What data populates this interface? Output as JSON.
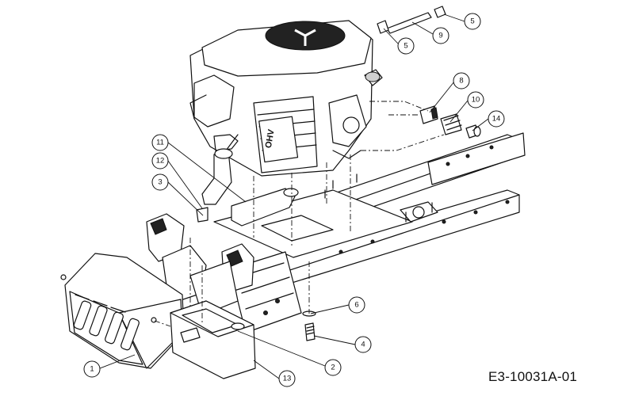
{
  "drawing": {
    "code": "E3-10031A-01",
    "engine_marking": "OHV"
  },
  "callouts": [
    {
      "id": "c-5a",
      "label": "5"
    },
    {
      "id": "c-5b",
      "label": "5"
    },
    {
      "id": "c-9",
      "label": "9"
    },
    {
      "id": "c-8",
      "label": "8"
    },
    {
      "id": "c-10",
      "label": "10"
    },
    {
      "id": "c-14",
      "label": "14"
    },
    {
      "id": "c-11",
      "label": "11"
    },
    {
      "id": "c-12",
      "label": "12"
    },
    {
      "id": "c-3",
      "label": "3"
    },
    {
      "id": "c-6",
      "label": "6"
    },
    {
      "id": "c-4",
      "label": "4"
    },
    {
      "id": "c-2",
      "label": "2"
    },
    {
      "id": "c-13",
      "label": "13"
    },
    {
      "id": "c-1",
      "label": "1"
    }
  ],
  "colors": {
    "line": "#111111",
    "background": "#ffffff"
  }
}
